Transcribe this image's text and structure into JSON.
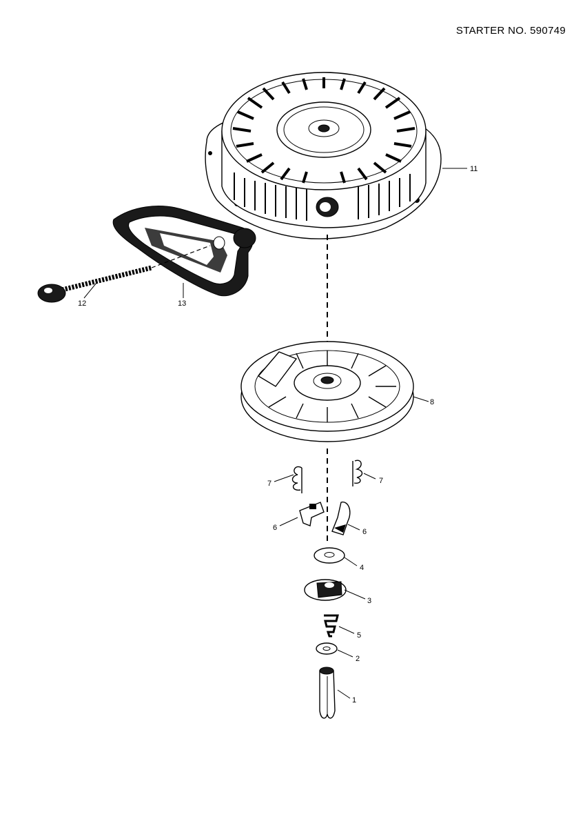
{
  "header": {
    "title": "STARTER NO. 590749"
  },
  "parts": [
    {
      "key": "p1",
      "ref": "1"
    },
    {
      "key": "p2",
      "ref": "2"
    },
    {
      "key": "p3",
      "ref": "3"
    },
    {
      "key": "p4",
      "ref": "4"
    },
    {
      "key": "p5",
      "ref": "5"
    },
    {
      "key": "p6a",
      "ref": "6"
    },
    {
      "key": "p6b",
      "ref": "6"
    },
    {
      "key": "p7a",
      "ref": "7"
    },
    {
      "key": "p7b",
      "ref": "7"
    },
    {
      "key": "p8",
      "ref": "8"
    },
    {
      "key": "p11",
      "ref": "11"
    },
    {
      "key": "p12",
      "ref": "12"
    },
    {
      "key": "p13",
      "ref": "13"
    }
  ]
}
